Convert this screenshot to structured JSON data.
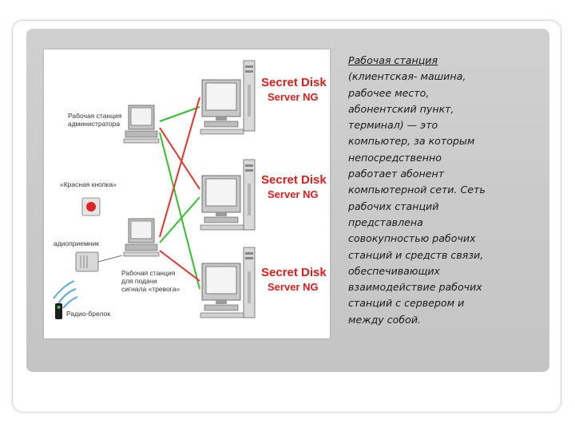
{
  "slide": {
    "title": "Рабочая станция",
    "body_lines": [
      "(клиентская- машина,",
      "рабочее место,",
      "абонентский пункт,",
      "терминал) — это",
      "компьютер, за которым",
      "непосредственно",
      "работает абонент",
      "компьютерной сети. Сеть",
      "рабочих станций",
      "представлена",
      "совокупностью рабочих",
      "станций и средств связи,",
      "обеспечивающих",
      "взаимодействие рабочих",
      "станций с сервером и",
      "между собой."
    ]
  },
  "diagram": {
    "servers": [
      {
        "line1": "Secret Disk",
        "line2": "Server NG"
      },
      {
        "line1": "Secret Disk",
        "line2": "Server NG"
      },
      {
        "line1": "Secret Disk",
        "line2": "Server NG"
      }
    ],
    "admin_station_label": "Рабочая станция\nадминистратора",
    "red_button_label": "«Красная кнопка»",
    "radio_receiver_label": "адиоприемник",
    "alarm_station_label": "Рабочая станция\nдля подачи\nсигнала «тревога»",
    "radio_fob_label": "Радио-брелок",
    "colors": {
      "red_link": "#e8322a",
      "green_link": "#34c02c",
      "server_text": "#e21c1c"
    }
  }
}
